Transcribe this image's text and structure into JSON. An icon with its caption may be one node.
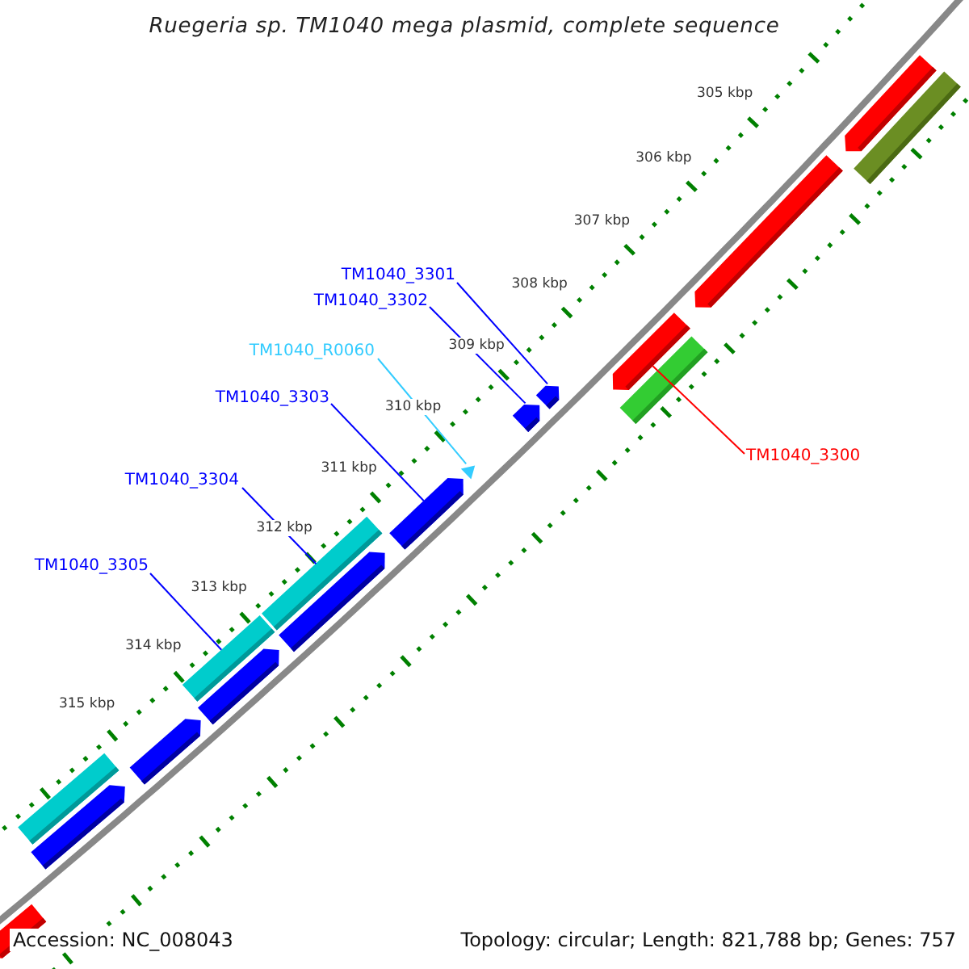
{
  "diagram": {
    "title": "Ruegeria sp. TM1040 mega plasmid, complete sequence",
    "nodes": [
      {
        "text": [
          "TM1040_3301"
        ]
      },
      {
        "text": [
          "TM1040_3302"
        ]
      },
      {
        "text": [
          "TM1040_R0060"
        ]
      },
      {
        "text": [
          "TM1040_3303"
        ]
      },
      {
        "text": [
          "TM1040_3300"
        ]
      },
      {
        "text": [
          "TM1040_3304"
        ]
      },
      {
        "text": [
          "TM1040_3305"
        ]
      },
      {
        "text": [],
        "shape": "arrow"
      },
      {
        "text": [],
        "shape": "bar"
      },
      {
        "text": [],
        "shape": "arrow"
      },
      {
        "text": [],
        "shape": "arrow"
      },
      {
        "text": [],
        "shape": "bar"
      },
      {
        "text": [],
        "shape": "arrow"
      },
      {
        "text": [],
        "shape": "arrow"
      },
      {
        "text": [],
        "shape": "arrow"
      },
      {
        "text": [],
        "shape": "arrow"
      },
      {
        "text": [],
        "shape": "bar"
      },
      {
        "text": [],
        "shape": "arrow"
      },
      {
        "text": [],
        "shape": "bar"
      },
      {
        "text": [],
        "shape": "arrow"
      },
      {
        "text": [],
        "shape": "arrow"
      },
      {
        "text": [],
        "shape": "bar"
      },
      {
        "text": [],
        "shape": "arrow"
      },
      {
        "text": [],
        "shape": "arrow"
      }
    ],
    "edges": [
      {
        "from": 0,
        "to": 12,
        "arrow": "none"
      },
      {
        "from": 1,
        "to": 13,
        "arrow": "none"
      },
      {
        "from": 2,
        "to": 14,
        "arrow": "none",
        "color": "#33ccff"
      },
      {
        "from": 3,
        "to": 15,
        "arrow": "none"
      },
      {
        "from": 4,
        "to": 10,
        "arrow": "none",
        "color": "#ff0000"
      },
      {
        "from": 5,
        "to": 16,
        "arrow": "none"
      },
      {
        "from": 6,
        "to": 18,
        "arrow": "none"
      }
    ],
    "labels": [
      "305 kbp",
      "306 kbp",
      "307 kbp",
      "308 kbp",
      "309 kbp",
      "310 kbp",
      "311 kbp",
      "312 kbp",
      "313 kbp",
      "314 kbp",
      "315 kbp",
      "Accession: NC_008043",
      "Topology: circular; Length: 821,788 bp; Genes: 757"
    ]
  }
}
